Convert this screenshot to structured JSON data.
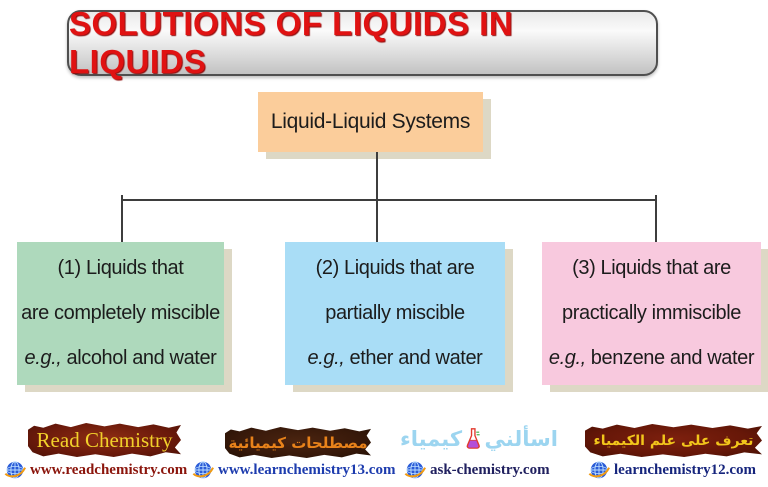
{
  "title": {
    "text": "SOLUTIONS OF LIQUIDS IN LIQUIDS",
    "color": "#e01212"
  },
  "root": {
    "label": "Liquid-Liquid Systems",
    "color": "#fbcd9b"
  },
  "branches": [
    {
      "line1": "(1) Liquids that",
      "line2": "are completely miscible",
      "eg": "e.g.,",
      "example": "alcohol and water",
      "color": "#aed9bc"
    },
    {
      "line1": "(2) Liquids that are",
      "line2": "partially miscible",
      "eg": "e.g.,",
      "example": "ether and water",
      "color": "#a9ddf6"
    },
    {
      "line1": "(3) Liquids that are",
      "line2": "practically immiscible",
      "eg": "e.g.,",
      "example": "benzene and water",
      "color": "#f8c9de"
    }
  ],
  "footer": {
    "items": [
      {
        "logo": "Read Chemistry",
        "website": "www.readchemistry.com"
      },
      {
        "logo": "مصطلحات كيميائية",
        "website": "www.learnchemistry13.com"
      },
      {
        "logo_word1": "اسألني",
        "logo_word2": "كيمياء",
        "website": "ask-chemistry.com"
      },
      {
        "logo": "تعرف على علم الكيمياء",
        "website": "learnchemistry12.com"
      }
    ]
  }
}
